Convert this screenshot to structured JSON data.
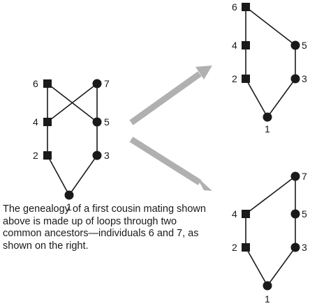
{
  "caption": "The genealogy of a first cousin mating shown above is made up of loops through two common ancestors—individuals 6 and 7, as shown on the right.",
  "colors": {
    "lines": "#1a1a1a",
    "arrows": "#b0b0b0"
  },
  "diagrams": {
    "main": {
      "labels": {
        "n6": "6",
        "n7": "7",
        "n4": "4",
        "n5": "5",
        "n2": "2",
        "n3": "3",
        "n1": "1"
      }
    },
    "loop_top": {
      "labels": {
        "n6": "6",
        "n4": "4",
        "n5": "5",
        "n2": "2",
        "n3": "3",
        "n1": "1"
      }
    },
    "loop_bottom": {
      "labels": {
        "n7": "7",
        "n4": "4",
        "n5": "5",
        "n2": "2",
        "n3": "3",
        "n1": "1"
      }
    }
  }
}
